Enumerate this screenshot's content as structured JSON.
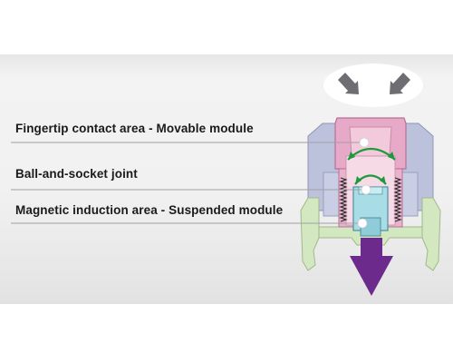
{
  "labels": {
    "movable_module": "Fingertip contact area - Movable module",
    "ball_socket": "Ball-and-socket joint",
    "suspended_module": "Magnetic induction area - Suspended module"
  },
  "icons": {
    "press_arrows": "diagonal-down-arrows-icon",
    "output_arrow": "purple-down-arrow-icon",
    "motion_arcs": "green-curved-arrows-icon"
  },
  "colors": {
    "movable_module": "#e7a9c8",
    "suspended_module": "#a9dde6",
    "housing": "#b9bfd9",
    "base": "#d3e8c0",
    "output_arrow": "#6b2a8c",
    "motion_arcs": "#1a9a3a",
    "leader_lines": "#9a9aa0"
  }
}
